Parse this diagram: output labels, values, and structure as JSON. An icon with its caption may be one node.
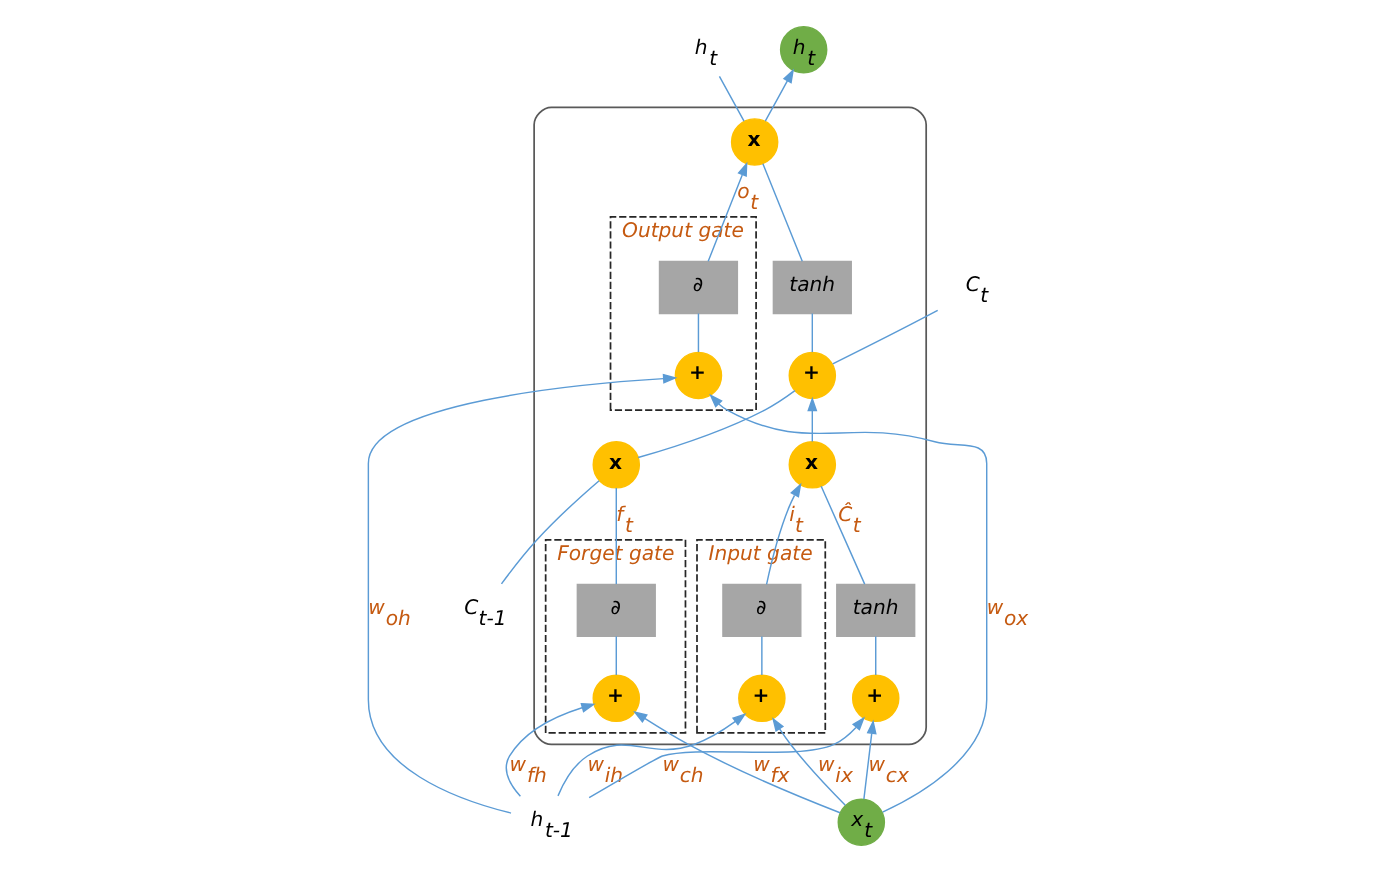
{
  "diagram": {
    "nodes": [
      {
        "text": [],
        "shape": "box"
      },
      {
        "text": [
          "Forget gate"
        ],
        "in": 0
      },
      {
        "text": [
          "Input gate"
        ],
        "in": 0
      },
      {
        "text": [
          "Output gate"
        ],
        "in": 0
      },
      {
        "text": [
          "C$_{t-1}$"
        ]
      },
      {
        "text": [
          "C$_{t}$"
        ]
      },
      {
        "text": [
          "h$_{t-1}$"
        ]
      },
      {
        "text": [
          "h$_{t}$"
        ]
      },
      {
        "text": [
          "h$_{t}$"
        ]
      },
      {
        "text": [
          "x$_{t}$"
        ]
      },
      {
        "text": [
          "x"
        ],
        "in": 0
      },
      {
        "text": [
          "∂"
        ],
        "in": 1
      },
      {
        "text": [
          "+"
        ],
        "in": 1
      },
      {
        "text": [
          "∂"
        ],
        "in": 2
      },
      {
        "text": [
          "+"
        ],
        "in": 2
      },
      {
        "text": [
          "+"
        ],
        "in": 0
      },
      {
        "text": [
          "x"
        ],
        "in": 0
      },
      {
        "text": [
          "tanh"
        ],
        "in": 0
      },
      {
        "text": [
          "+"
        ],
        "in": 0
      },
      {
        "text": [
          "∂"
        ],
        "in": 3
      },
      {
        "text": [
          "+"
        ],
        "in": 3
      },
      {
        "text": [
          "tanh"
        ],
        "in": 0
      },
      {
        "text": [
          "x"
        ],
        "in": 0
      }
    ],
    "edges": [
      {
        "from": 4,
        "to": 10,
        "arrow": "none"
      },
      {
        "from": 10,
        "to": 15,
        "arrow": "none"
      },
      {
        "from": 15,
        "to": 5,
        "arrow": "none"
      },
      {
        "from": 15,
        "to": 21,
        "arrow": "none"
      },
      {
        "from": 11,
        "to": 10,
        "arrow": "none",
        "label": "f$_{t}$"
      },
      {
        "from": 12,
        "to": 11,
        "arrow": "none"
      },
      {
        "from": 6,
        "to": 12,
        "arrow": "to",
        "label": "w$_{fh}$"
      },
      {
        "from": 9,
        "to": 12,
        "arrow": "to",
        "label": "w$_{fx}$"
      },
      {
        "from": 6,
        "to": 14,
        "arrow": "to",
        "label": "w$_{ih}$"
      },
      {
        "from": 9,
        "to": 14,
        "arrow": "to",
        "label": "w$_{ix}$"
      },
      {
        "from": 14,
        "to": 13,
        "arrow": "none"
      },
      {
        "from": 13,
        "to": 16,
        "arrow": "to",
        "label": "i$_{t}$"
      },
      {
        "from": 6,
        "to": 18,
        "arrow": "to",
        "label": "w$_{ch}$"
      },
      {
        "from": 9,
        "to": 18,
        "arrow": "to",
        "label": "w$_{cx}$"
      },
      {
        "from": 18,
        "to": 17,
        "arrow": "none"
      },
      {
        "from": 17,
        "to": 16,
        "arrow": "none",
        "label": "Ĉ$_{t}$"
      },
      {
        "from": 16,
        "to": 15,
        "arrow": "to"
      },
      {
        "from": 6,
        "to": 20,
        "arrow": "to",
        "label": "w$_{oh}$"
      },
      {
        "from": 9,
        "to": 20,
        "arrow": "to",
        "label": "w$_{ox}$"
      },
      {
        "from": 20,
        "to": 19,
        "arrow": "none"
      },
      {
        "from": 19,
        "to": 22,
        "arrow": "to",
        "label": "o$_{t}$"
      },
      {
        "from": 21,
        "to": 22,
        "arrow": "none"
      },
      {
        "from": 22,
        "to": 7,
        "arrow": "none"
      },
      {
        "from": 22,
        "to": 8,
        "arrow": "to"
      }
    ]
  }
}
